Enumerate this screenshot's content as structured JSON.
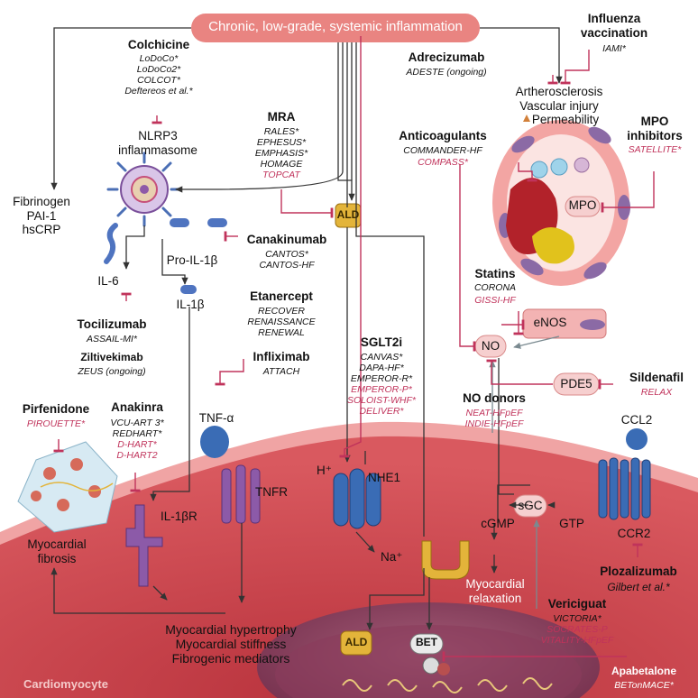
{
  "header": "Chronic, low-grade, systemic inflammation",
  "colors": {
    "header_fill": "#e98481",
    "inhibit": "#c0335b",
    "connector": "#333333",
    "cell_tissue": "#c9404a",
    "nucleus": "#8b3a55",
    "gold_box": "#e3b43a",
    "receptor_purple": "#8c5aa8",
    "receptor_blue": "#3a6cb5"
  },
  "top_left": {
    "colchicine": {
      "title": "Colchicine",
      "trials": [
        "LoDoCo*",
        "LoDoCo2*",
        "COLCOT*",
        "Deftereos et al.*"
      ]
    },
    "nlrp3": [
      "NLRP3",
      "inflammasome"
    ],
    "fibrinogen": [
      "Fibrinogen",
      "PAI-1",
      "hsCRP"
    ],
    "pro_il1b": "Pro-IL-1β",
    "il6": "IL-6",
    "il1b": "IL-1β",
    "tocilizumab": {
      "title": "Tocilizumab",
      "trials": [
        "ASSAIL-MI*"
      ]
    },
    "ziltivekimab": {
      "title": "Ziltivekimab",
      "trials": [
        "ZEUS (ongoing)"
      ]
    }
  },
  "pirfenidone": {
    "title": "Pirfenidone",
    "trials": [
      "PIROUETTE*"
    ]
  },
  "fibrosis": [
    "Myocardial",
    "fibrosis"
  ],
  "anakinra": {
    "title": "Anakinra",
    "trials": [
      "VCU-ART 3*",
      "REDHART*"
    ],
    "trials_pink": [
      "D-HART*",
      "D-HART2"
    ]
  },
  "il1br": "IL-1βR",
  "middle": {
    "mra": {
      "title": "MRA",
      "trials": [
        "RALES*",
        "EPHESUS*",
        "EMPHASIS*",
        "HOMAGE"
      ],
      "trials_pink": [
        "TOPCAT"
      ]
    },
    "ald": "ALD",
    "canakinumab": {
      "title": "Canakinumab",
      "trials": [
        "CANTOS*",
        "CANTOS-HF"
      ]
    },
    "etanercept": {
      "title": "Etanercept",
      "trials": [
        "RECOVER",
        "RENAISSANCE",
        "RENEWAL"
      ]
    },
    "infliximab": {
      "title": "Infliximab",
      "trials": [
        "ATTACH"
      ]
    },
    "tnfa": "TNF-α",
    "tnfr": "TNFR"
  },
  "sglt2i": {
    "title": "SGLT2i",
    "trials": [
      "CANVAS*",
      "DAPA-HF*",
      "EMPEROR-R*"
    ],
    "trials_pink": [
      "EMPEROR-P*",
      "SOLOIST-WHF*",
      "DELIVER*"
    ]
  },
  "nhe1": {
    "label": "NHE1",
    "h": "H⁺",
    "na": "Na⁺"
  },
  "right_top": {
    "adrecizumab": {
      "title": "Adrecizumab",
      "trials": [
        "ADESTE (ongoing)"
      ]
    },
    "influenza": {
      "title": [
        "Influenza",
        "vaccination"
      ],
      "trials": [
        "IAMI*"
      ]
    },
    "athero": [
      "Artherosclerosis",
      "Vascular injury",
      "Permeability"
    ],
    "anticoagulants": {
      "title": "Anticoagulants",
      "trials": [
        "COMMANDER-HF"
      ],
      "trials_pink": [
        "COMPASS*"
      ]
    },
    "mpo_inhibitors": {
      "title": [
        "MPO",
        "inhibitors"
      ],
      "trials_pink": [
        "SATELLITE*"
      ]
    },
    "mpo": "MPO",
    "statins": {
      "title": "Statins",
      "trials": [
        "CORONA"
      ],
      "trials_pink": [
        "GISSI-HF"
      ]
    },
    "enos": "eNOS",
    "no": "NO",
    "pde5": "PDE5",
    "sildenafil": {
      "title": "Sildenafil",
      "trials_pink": [
        "RELAX"
      ]
    },
    "no_donors": {
      "title": "NO donors",
      "trials_pink": [
        "NEAT-HFpEF",
        "INDIE-HFpEF"
      ]
    }
  },
  "right_bottom": {
    "ccl2": "CCL2",
    "ccr2": "CCR2",
    "plozalizumab": {
      "title": "Plozalizumab",
      "trials": [
        "Gilbert et al.*"
      ]
    },
    "sgc": "sGC",
    "cgmp": "cGMP",
    "gtp": "GTP",
    "relaxation": [
      "Myocardial",
      "relaxation"
    ],
    "vericiguat": {
      "title": "Vericiguat",
      "trials": [
        "VICTORIA*"
      ],
      "trials_pink": [
        "SOCRATES-P",
        "VITALITY-HFpEF"
      ]
    },
    "apabetalone": {
      "title": "Apabetalone",
      "trials": [
        "BETonMACE*"
      ]
    },
    "bet": "BET"
  },
  "outcomes": [
    "Myocardial hypertrophy",
    "Myocardial stiffness",
    "Fibrogenic mediators"
  ],
  "cell_label": "Cardiomyocyte"
}
